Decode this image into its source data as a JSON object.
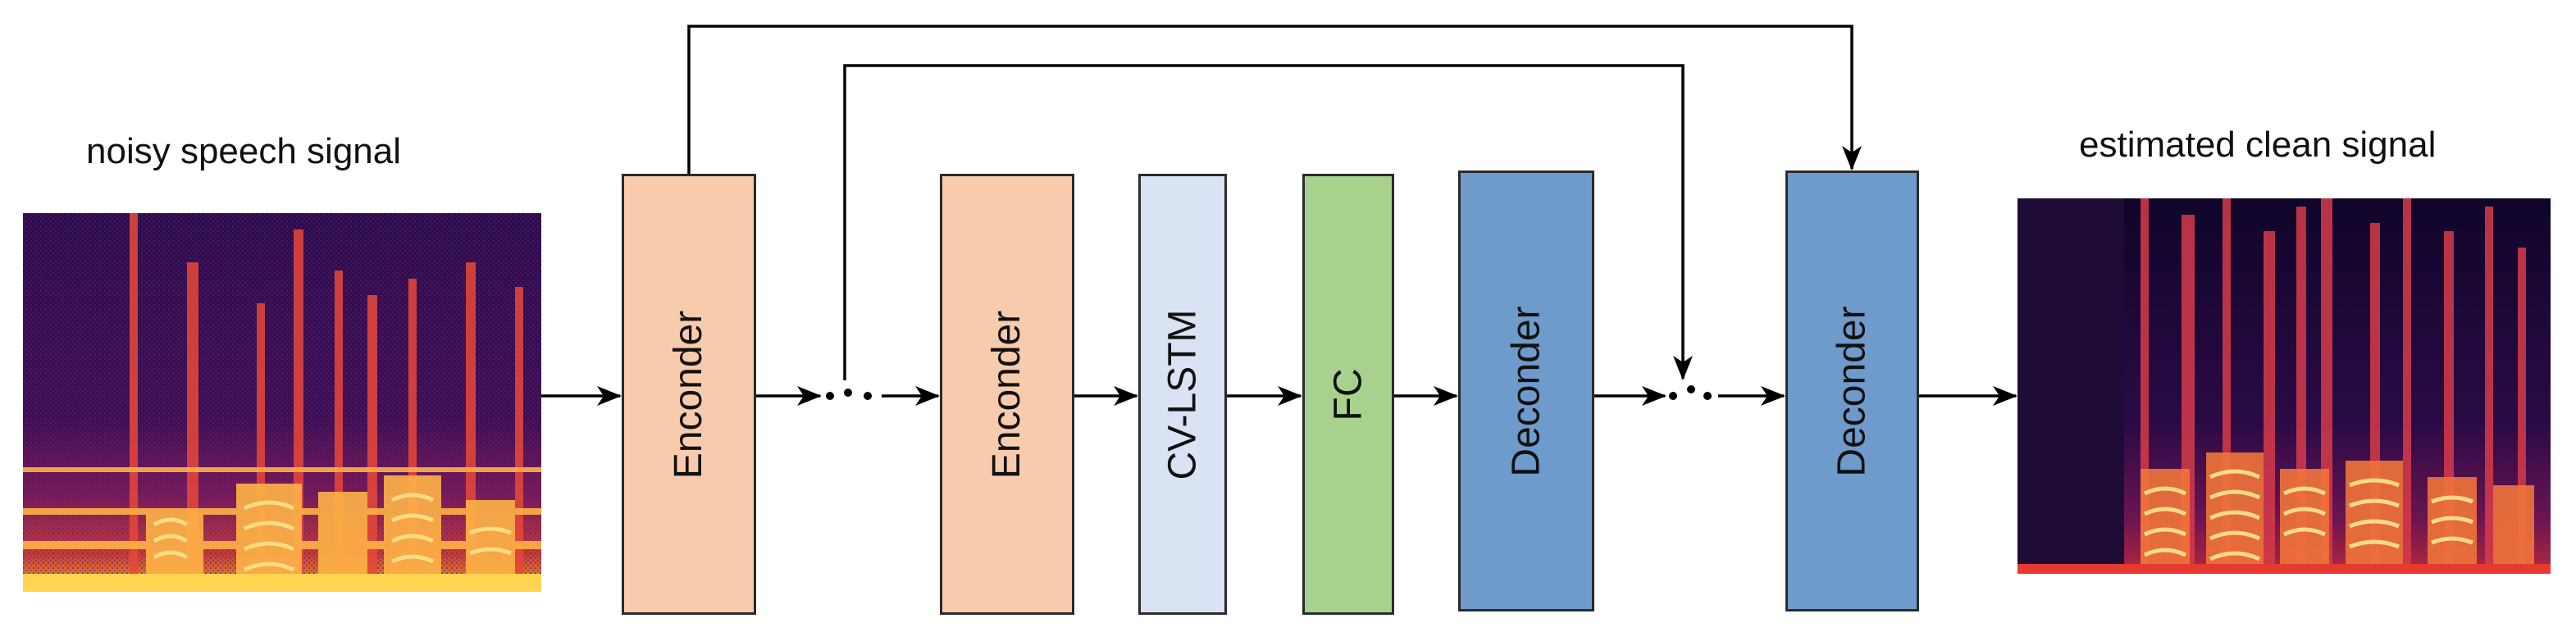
{
  "captions": {
    "input": "noisy speech signal",
    "output": "estimated clean signal"
  },
  "blocks": {
    "encoder_1": "Enconder",
    "encoder_2": "Enconder",
    "cv_lstm": "CV-LSTM",
    "fc": "FC",
    "decoder_1": "Deconder",
    "decoder_2": "Deconder"
  },
  "colors": {
    "encoder": "#f8cbad",
    "cv_lstm": "#dae3f3",
    "fc": "#a9d18e",
    "decoder": "#6e9bcb",
    "spectrogram_low": "#1a0a3a",
    "spectrogram_mid": "#c2185b",
    "spectrogram_high": "#ffd54f"
  }
}
